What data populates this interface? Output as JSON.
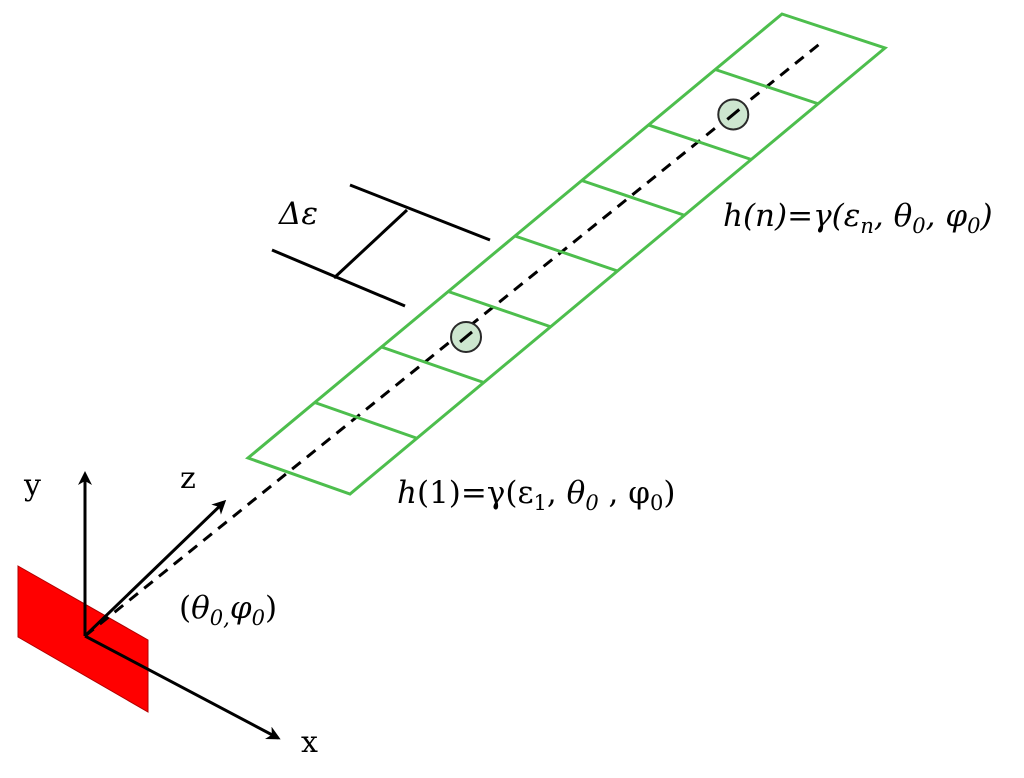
{
  "labels": {
    "axis_y": "y",
    "axis_x": "x",
    "axis_z": "z",
    "angle": {
      "open": "(",
      "theta": "θ",
      "sub0a": "0",
      "comma": ",",
      "phi": "φ",
      "sub0b": "0",
      "close": ")"
    },
    "delta_eps": "Δε",
    "h1": {
      "h": "h",
      "arg": "(1)=γ(ε",
      "sub1": "1",
      "mid1": ", ",
      "theta": "θ",
      "sub0a": "0",
      "mid2": " , φ",
      "sub0b": "0",
      "close": ")"
    },
    "hn": {
      "prefix": "h(n)",
      "eq": "=γ(ε",
      "subn": "n",
      "mid1": ", ",
      "theta": "θ",
      "sub0a": "0",
      "mid2": ", ",
      "phi": "φ",
      "sub0b": "0",
      "close": ")"
    }
  },
  "colors": {
    "strip": "#4dbe4d",
    "source": "#ff0000",
    "marker_fill": "#cde6cf",
    "marker_stroke": "#2a2a2a",
    "lines": "#000000"
  },
  "strip": {
    "cells": 8
  },
  "markers": {
    "cell_indices": [
      3,
      7
    ]
  }
}
